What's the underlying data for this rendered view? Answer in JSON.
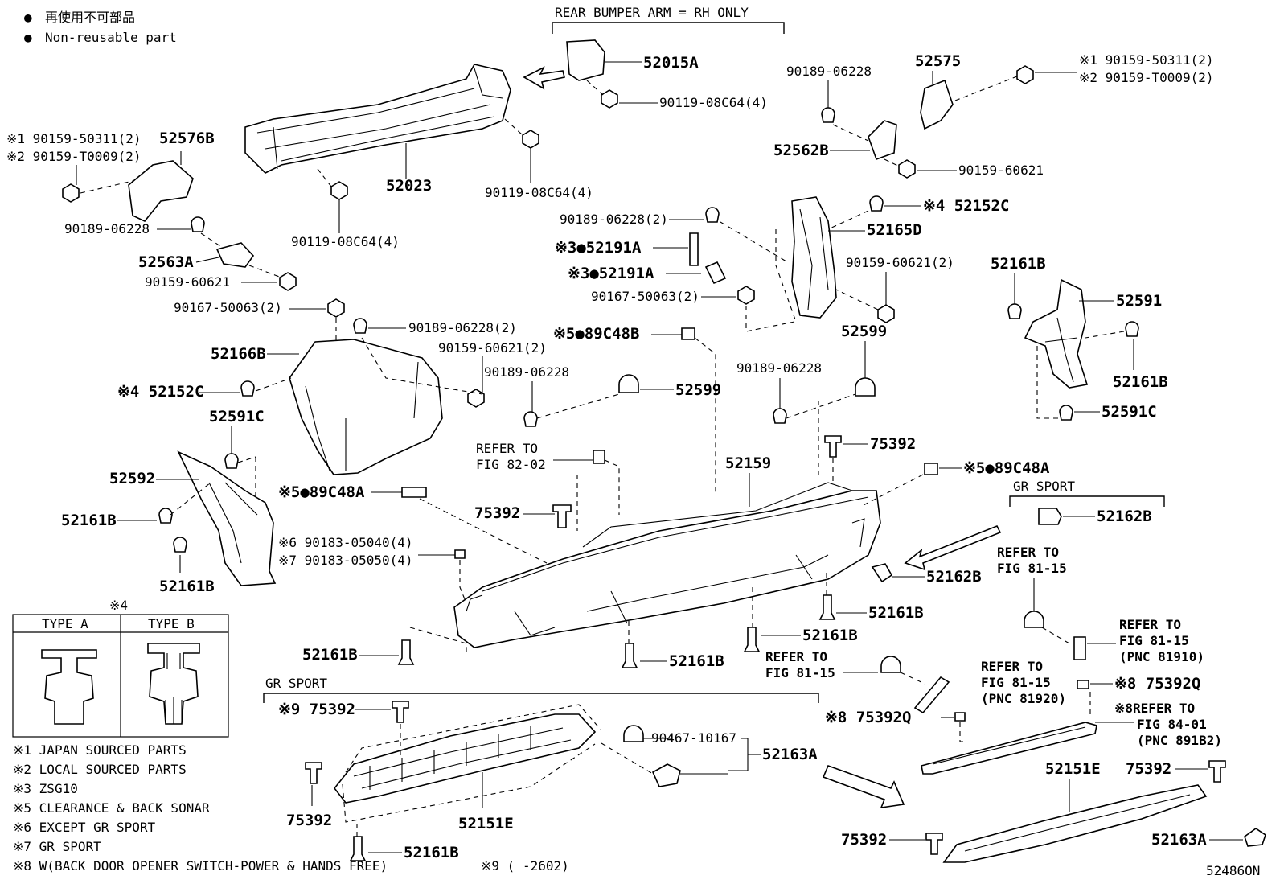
{
  "legend": {
    "jp_marker": "●",
    "jp_text": "再使用不可部品",
    "en_marker": "●",
    "en_text": "Non-reusable part"
  },
  "headers": {
    "rear_bumper_arm": "REAR BUMPER ARM = RH ONLY",
    "gr_sport_upper": "GR SPORT",
    "gr_sport_lower": "GR SPORT"
  },
  "parts": {
    "p52015A": "52015A",
    "p90119_08C64_4_a": "90119-08C64(4)",
    "p90119_08C64_4_b": "90119-08C64(4)",
    "p90119_08C64_4_c": "90119-08C64(4)",
    "p52023": "52023",
    "p52576B": "52576B",
    "p_x1_90159_50311_l": "※1 90159-50311(2)",
    "p_x2_90159_T0009_l": "※2 90159-T0009(2)",
    "p90189_06228_l": "90189-06228",
    "p52563A": "52563A",
    "p90159_60621_l": "90159-60621",
    "p90167_50063_2_l": "90167-50063(2)",
    "p90189_06228_2_a": "90189-06228(2)",
    "p90159_60621_2_a": "90159-60621(2)",
    "p52166B": "52166B",
    "p_x4_52152C_l": "※4 52152C",
    "p90189_06228_m": "90189-06228",
    "p52599_a": "52599",
    "p52591C_l": "52591C",
    "p52592": "52592",
    "p52161B_l1": "52161B",
    "p52161B_l2": "52161B",
    "p_x5_89C48A_l": "※5●89C48A",
    "p_x6_90183_05040": "※6 90183-05040(4)",
    "p_x7_90183_05050": "※7 90183-05050(4)",
    "p75392_a": "75392",
    "refer_82_02_l1": "REFER TO",
    "refer_82_02_l2": "FIG 82-02",
    "p_x5_89C48B": "※5●89C48B",
    "p90189_06228_2_b": "90189-06228(2)",
    "p_x3_52191A_a": "※3●52191A",
    "p_x3_52191A_b": "※3●52191A",
    "p90167_50063_2_m": "90167-50063(2)",
    "p90189_06228_top": "90189-06228",
    "p52575": "52575",
    "p_x1_90159_50311_r": "※1 90159-50311(2)",
    "p_x2_90159_T0009_r": "※2 90159-T0009(2)",
    "p52562B": "52562B",
    "p90159_60621_r": "90159-60621",
    "p_x4_52152C_r": "※4 52152C",
    "p52165D": "52165D",
    "p90159_60621_2_b": "90159-60621(2)",
    "p52599_b": "52599",
    "p90189_06228_r": "90189-06228",
    "p52159": "52159",
    "p75392_b": "75392",
    "p_x5_89C48A_r": "※5●89C48A",
    "p52161B_r1": "52161B",
    "p52591": "52591",
    "p52161B_r2": "52161B",
    "p52591C_r": "52591C",
    "p52162B_a": "52162B",
    "p52162B_b": "52162B",
    "refer_81_15_a1": "REFER TO",
    "refer_81_15_a2": "FIG 81-15",
    "refer_81_15_b1": "REFER TO",
    "refer_81_15_b2": "FIG 81-15",
    "refer_81_15_b3": "(PNC 81910)",
    "refer_81_15_c1": "REFER TO",
    "refer_81_15_c2": "FIG 81-15",
    "refer_81_15_d1": "REFER TO",
    "refer_81_15_d2": "FIG 81-15",
    "refer_81_15_d3": "(PNC 81920)",
    "p52161B_m1": "52161B",
    "p52161B_m2": "52161B",
    "p52161B_m3": "52161B",
    "p52161B_bl": "52161B",
    "p_x8_75392Q_a": "※8 75392Q",
    "p_x8_75392Q_b": "※8 75392Q",
    "refer_84_01_1": "※8REFER TO",
    "refer_84_01_2": "FIG 84-01",
    "refer_84_01_3": "(PNC 891B2)",
    "p_x9_75392": "※9 75392",
    "p90467_10167": "90467-10167",
    "p52163A_a": "52163A",
    "p75392_c": "75392",
    "p52151E_a": "52151E",
    "p52161B_b": "52161B",
    "p52151E_b": "52151E",
    "p75392_d": "75392",
    "p75392_e": "75392",
    "p52163A_b": "52163A",
    "x4_mark": "※4",
    "type_a": "TYPE A",
    "type_b": "TYPE B"
  },
  "notes": [
    "※1 JAPAN SOURCED PARTS",
    "※2 LOCAL SOURCED PARTS",
    "※3 ZSG10",
    "※5 CLEARANCE & BACK SONAR",
    "※6 EXCEPT GR SPORT",
    "※7 GR SPORT",
    "※8 W(BACK DOOR OPENER SWITCH-POWER & HANDS FREE)"
  ],
  "footnote_x9": "※9 (        -2602)",
  "figure_code": "52486ON"
}
